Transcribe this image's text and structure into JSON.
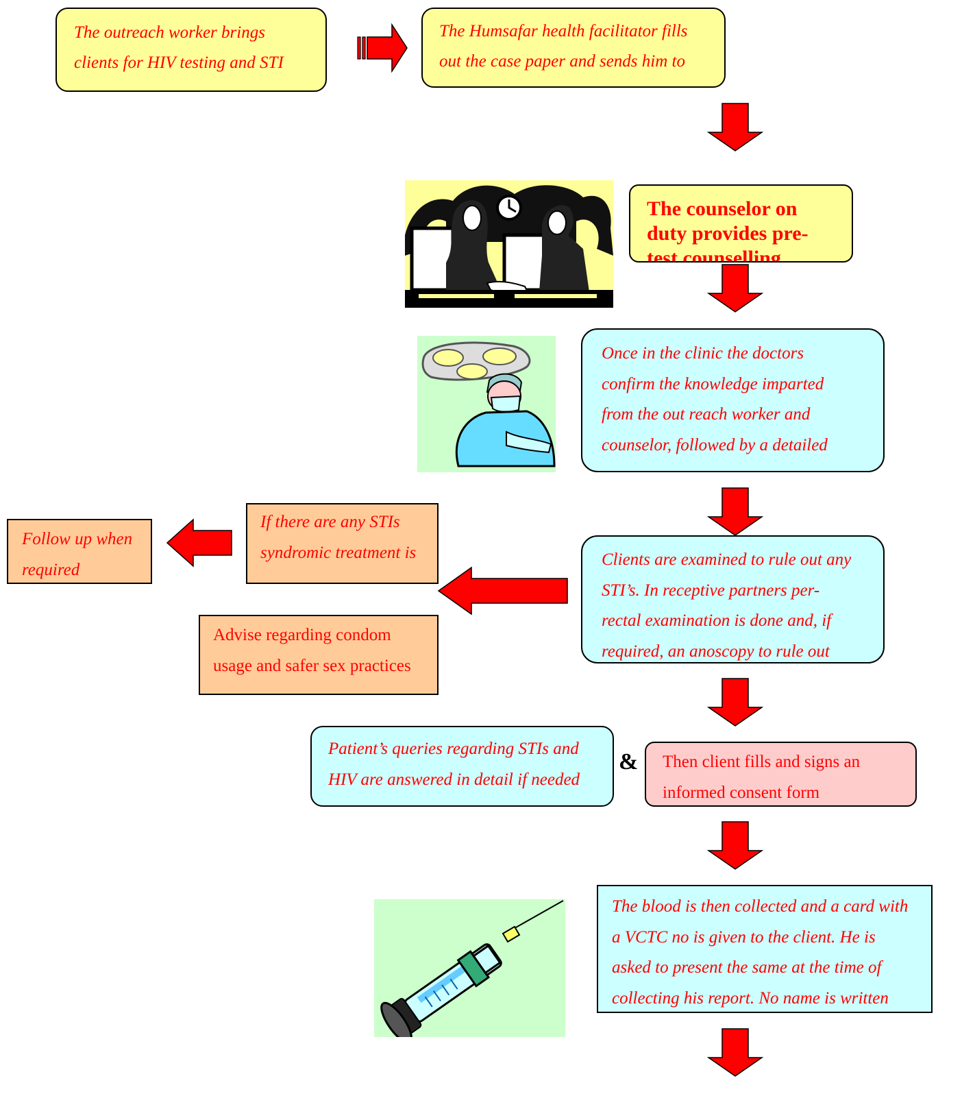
{
  "boxes": {
    "outreach": "The outreach worker brings\nclients for HIV testing and STI",
    "facilitator": "The Humsafar health facilitator fills\nout the case paper and sends him to",
    "counselor": "The counselor on\nduty provides pre-\ntest counselling",
    "clinic": "Once in the clinic the doctors\nconfirm the knowledge imparted\nfrom the out reach worker and\ncounselor, followed by a detailed",
    "examined": "Clients are  examined to rule out any\nSTI’s. In receptive partners per-\nrectal examination is done and, if\nrequired, an anoscopy to rule out",
    "sti_treatment": "If there are any STIs\nsyndromic treatment is",
    "follow_up": "Follow up when\nrequired",
    "advise": "Advise regarding condom\nusage and safer sex practices\n.",
    "queries": "Patient’s queries regarding STIs and\nHIV are answered in detail if needed",
    "consent": "Then client fills and signs an\ninformed consent form",
    "blood": "The blood is then collected and a card with\na VCTC no is given to the client. He is\nasked to present the same at the time of\ncollecting his report. No name is written"
  },
  "ampersand": "&",
  "colors": {
    "text": "#ff0000",
    "arrow": "#ff0000",
    "yellow_fill": "#ffff99",
    "cyan_fill": "#ccffff",
    "orange_fill": "#ffcc99",
    "pink_fill": "#ffcccc",
    "clipart_bg_yellow": "#ffff99",
    "clipart_bg_green": "#ccffcc"
  },
  "clipart": [
    "counselling-meeting-clipart",
    "surgeon-clipart",
    "syringe-clipart"
  ]
}
